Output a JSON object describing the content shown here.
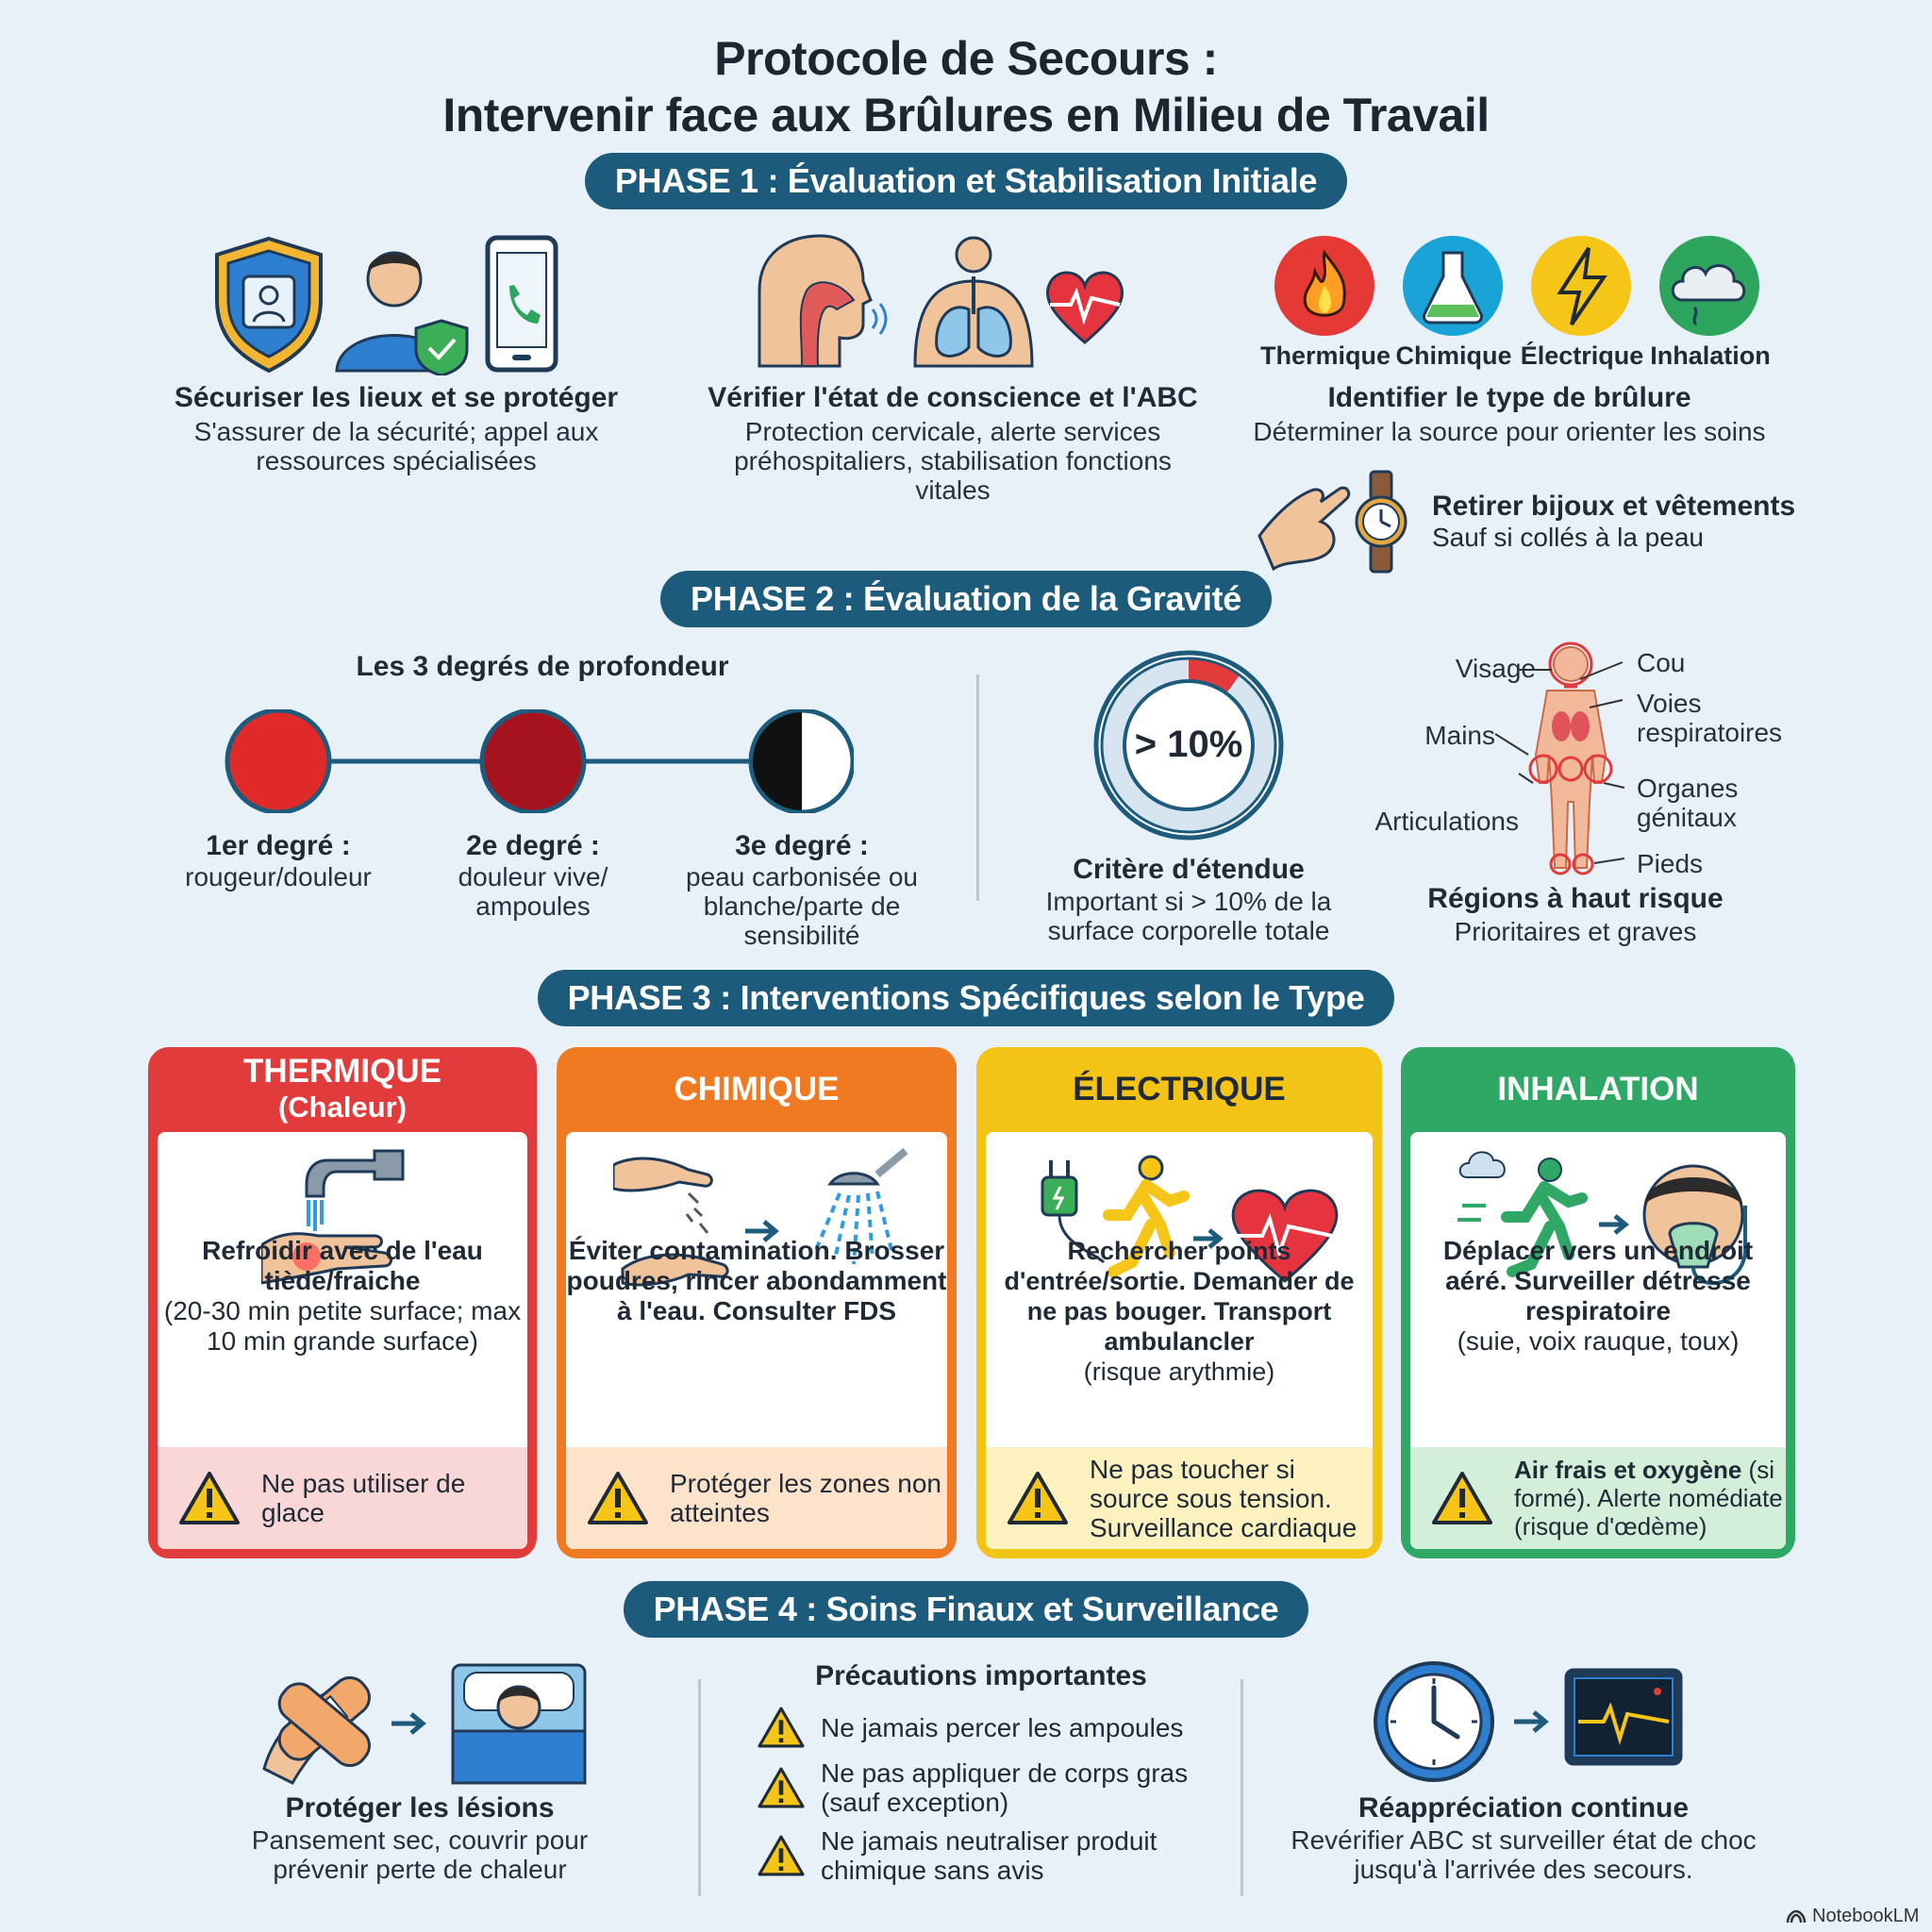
{
  "title": {
    "line1": "Protocole de Secours :",
    "line2": "Intervenir face aux Brûlures en Milieu de Travail"
  },
  "phase1": {
    "label": "PHASE 1 : Évaluation et Stabilisation Initiale",
    "secure": {
      "title": "Sécuriser les lieux et se protéger",
      "text": "S'assurer de la sécurité; appel aux ressources spécialisées"
    },
    "abc": {
      "title": "Vérifier l'état de conscience et l'ABC",
      "text": "Protection cervicale, alerte services préhospitaliers, stabilisation fonctions vitales"
    },
    "types": {
      "labels": [
        "Thermique",
        "Chimique",
        "Électrique",
        "Inhalation"
      ],
      "colors": [
        "#e53935",
        "#1aa3d6",
        "#f5c518",
        "#2ea55e"
      ],
      "title": "Identifier le type de brûlure",
      "text": "Déterminer la source pour orienter les soins"
    },
    "jewelry": {
      "title": "Retirer bijoux et vêtements",
      "text": "Sauf si collés à la peau"
    }
  },
  "phase2": {
    "label": "PHASE 2 : Évaluation de la Gravité",
    "degrees": {
      "heading": "Les 3 degrés de profondeur",
      "items": [
        {
          "title": "1er degré :",
          "text": "rougeur/douleur",
          "color": "#e02a2a"
        },
        {
          "title": "2e degré :",
          "text": "douleur vive/ ampoules",
          "color": "#a5141e"
        },
        {
          "title": "3e degré :",
          "text": "peau carbonisée ou blanche/parte de sensibilité",
          "color": "#111111"
        }
      ]
    },
    "extent": {
      "value": "> 10%",
      "fraction": 0.1,
      "title": "Critère d'étendue",
      "text": "Important si > 10% de la surface corporelle totale"
    },
    "regions": {
      "labels": {
        "visage": "Visage",
        "cou": "Cou",
        "voies": "Voies respiratoires",
        "mains": "Mains",
        "articulations": "Articulations",
        "organes": "Organes génitaux",
        "pieds": "Pieds"
      },
      "title": "Régions à haut risque",
      "text": "Prioritaires et graves"
    }
  },
  "phase3": {
    "label": "PHASE 3 : Interventions Spécifiques selon le Type",
    "cards": [
      {
        "title": "THERMIQUE",
        "subtitle": "(Chaleur)",
        "color": "#e23b3b",
        "warn_bg": "#f9d7d7",
        "text_bold": "Refroidir avec de l'eau tiède/fraiche",
        "text_normal": "(20-30 min petite surface; max 10 min grande surface)",
        "warning": "Ne pas utiliser de glace"
      },
      {
        "title": "CHIMIQUE",
        "subtitle": "",
        "color": "#f07a22",
        "warn_bg": "#fde3c9",
        "text_bold": "Éviter contamination. Brosser poudres, rincer abondamment à l'eau. Consulter FDS",
        "text_normal": "",
        "warning": "Protéger les zones non atteintes"
      },
      {
        "title": "ÉLECTRIQUE",
        "subtitle": "",
        "color": "#f3c316",
        "warn_bg": "#fcf1bf",
        "text_bold": "Rechercher points d'entrée/sortie. Demander de ne pas bouger. Transport ambulancler",
        "text_normal": "(risque arythmie)",
        "warning": "Ne pas toucher si source sous tension. Surveillance cardiaque"
      },
      {
        "title": "INHALATION",
        "subtitle": "",
        "color": "#2fa865",
        "warn_bg": "#d3efd9",
        "text_bold": "Déplacer vers un endroit aéré. Surveiller détresse respiratoire",
        "text_normal": "(suie, voix rauque, toux)",
        "warning_bold": "Air frais et oxygène",
        "warning": " (si formé). Alerte nomédiate (risque d'œdème)"
      }
    ]
  },
  "phase4": {
    "label": "PHASE 4 : Soins Finaux et Surveillance",
    "protect": {
      "title": "Protéger les lésions",
      "text": "Pansement sec, couvrir pour prévenir perte de chaleur"
    },
    "precautions": {
      "heading": "Précautions importantes",
      "items": [
        "Ne jamais percer les ampoules",
        "Ne pas appliquer de corps gras (sauf exception)",
        "Ne jamais neutraliser produit chimique sans avis"
      ]
    },
    "reassess": {
      "title": "Réappréciation continue",
      "text": "Revérifier ABC st surveiller état de choc jusqu'à l'arrivée des secours."
    }
  },
  "footer": {
    "brand": "NotebookLM"
  }
}
